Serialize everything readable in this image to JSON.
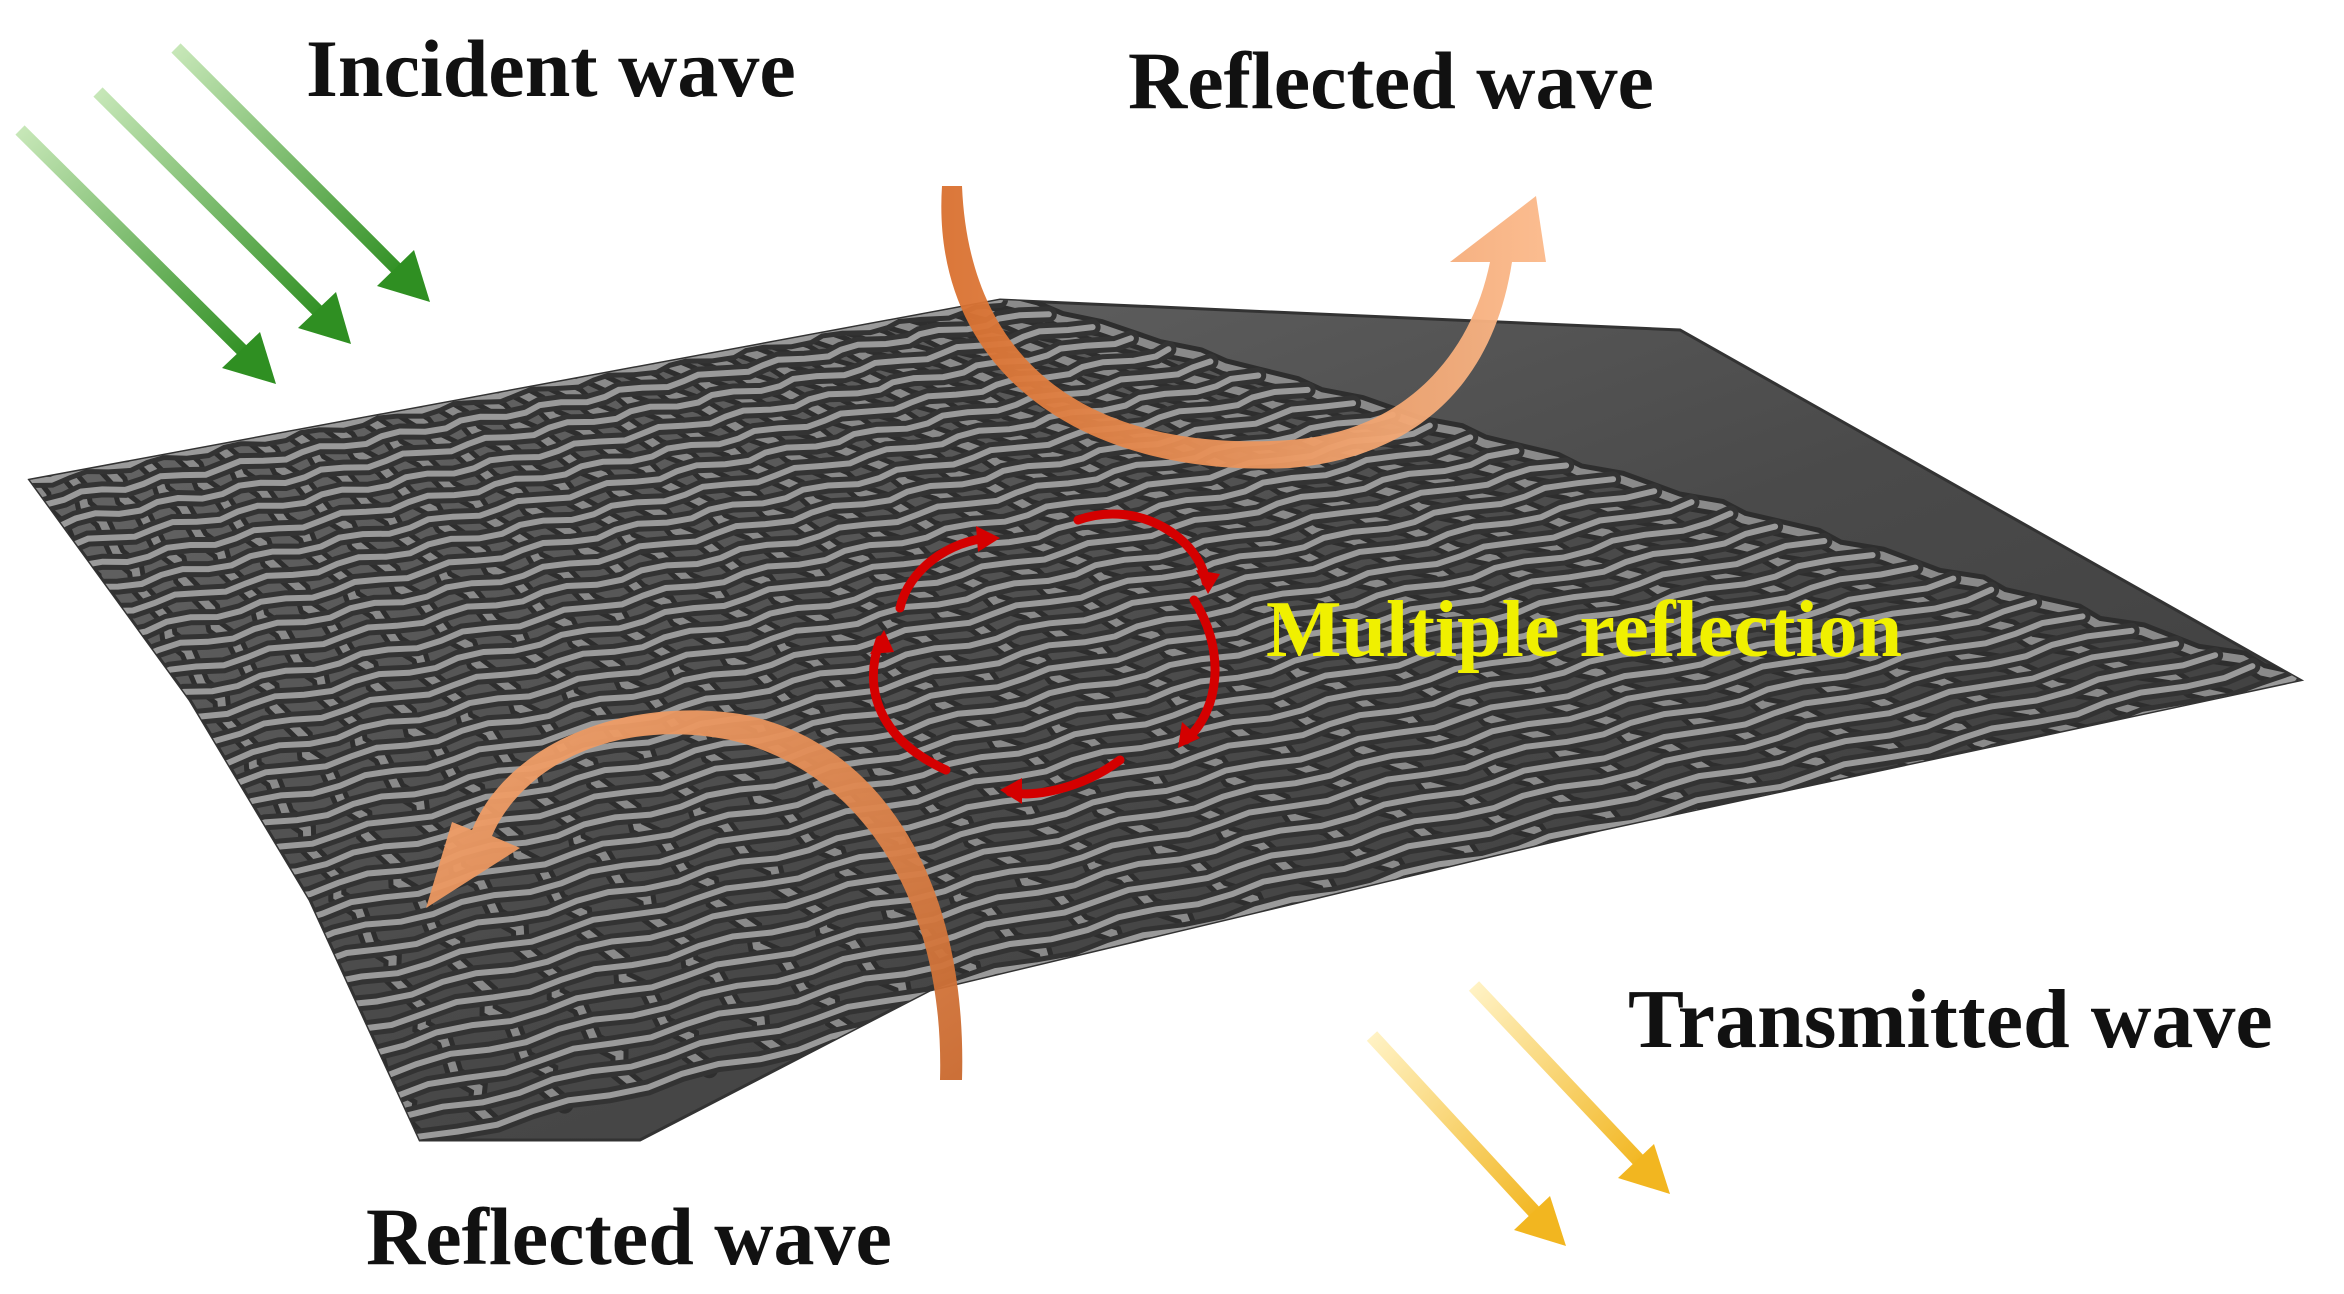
{
  "labels": {
    "incident": "Incident wave",
    "reflected_top": "Reflected wave",
    "multiple": "Multiple reflection",
    "transmitted": "Transmitted wave",
    "reflected_bottom": "Reflected wave"
  },
  "colors": {
    "incident_arrow": "#3a9d2c",
    "reflected_arrow": "#e8834a",
    "transmitted_arrow": "#f5c030",
    "multiple_reflection": "#d40000",
    "multiple_text": "#f0f000",
    "fabric": "#5a5a5a"
  },
  "icons": {
    "fabric": "woven-fabric-mesh",
    "incident": "diagonal-arrow-icon",
    "reflected": "curved-arrow-icon",
    "transmitted": "diagonal-arrow-icon",
    "multiple": "circular-dashed-arrows-icon"
  }
}
